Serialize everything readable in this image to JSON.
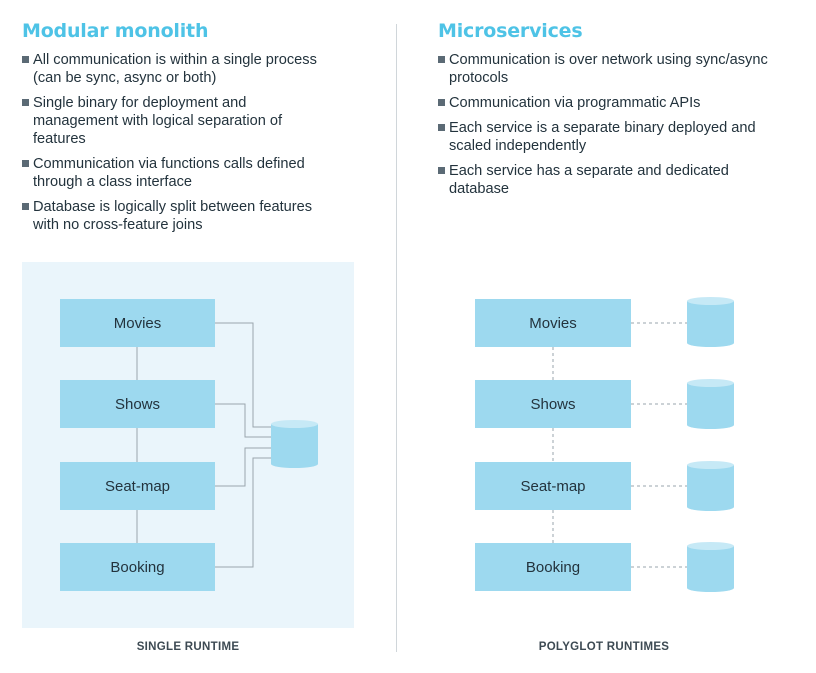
{
  "left": {
    "title": "Modular monolith",
    "bullets": [
      "All communication is within a single process (can be sync, async or both)",
      "Single binary for deployment and management with logical separation of features",
      "Communication via functions calls defined through a class interface",
      "Database is logically split between features with no cross-feature joins"
    ],
    "boxes": [
      "Movies",
      "Shows",
      "Seat-map",
      "Booking"
    ],
    "footer": "SINGLE RUNTIME"
  },
  "right": {
    "title": "Microservices",
    "bullets": [
      "Communication is over network using sync/async protocols",
      "Communication via programmatic APIs",
      "Each service is a separate binary deployed and scaled independently",
      "Each service has a separate and dedicated database"
    ],
    "boxes": [
      "Movies",
      "Shows",
      "Seat-map",
      "Booking"
    ],
    "footer": "POLYGLOT RUNTIMES"
  },
  "colors": {
    "accent": "#4ec3e6",
    "box_fill": "#9dd9ef",
    "panel_bg": "#eaf5fb",
    "db_fill": "#9dd9ef",
    "db_top": "#c6e9f6",
    "line": "#9aa5ac"
  }
}
